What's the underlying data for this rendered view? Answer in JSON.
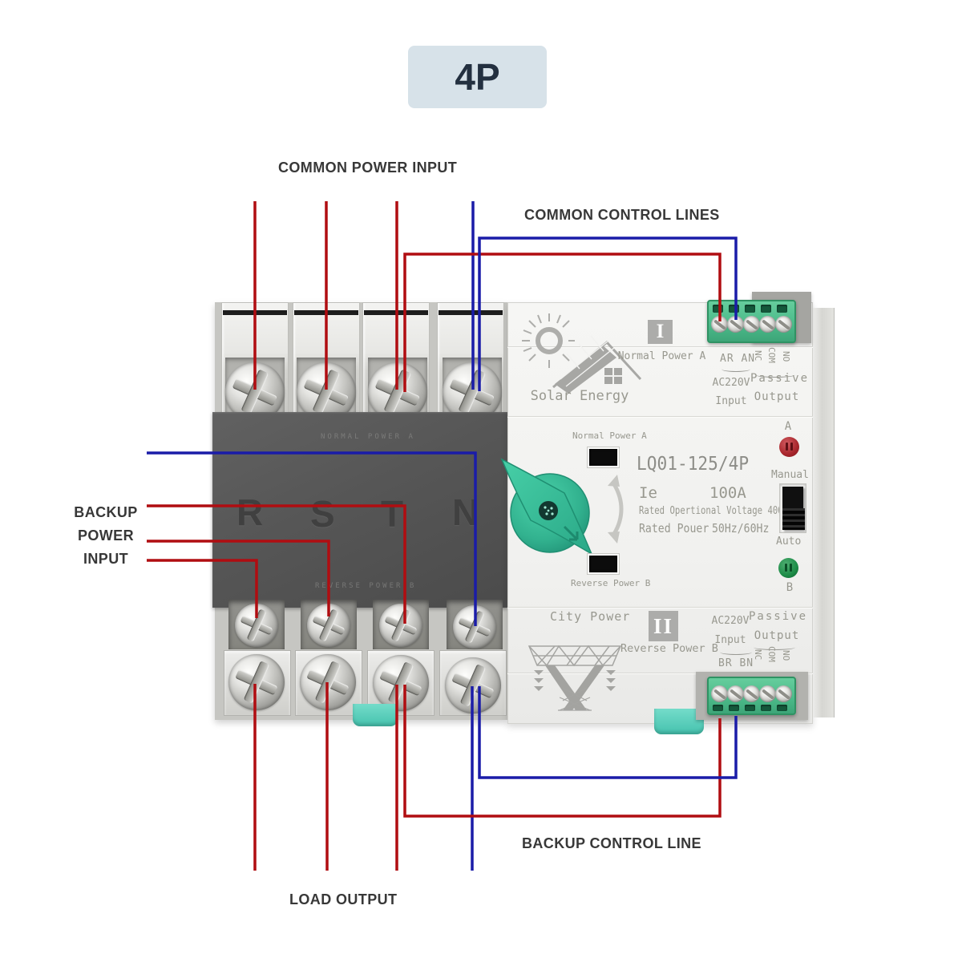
{
  "badge": {
    "label": "4P"
  },
  "annotations": {
    "common_power_input": "COMMON POWER INPUT",
    "common_control_lines": "COMMON CONTROL LINES",
    "backup_line1": "BACKUP",
    "backup_line2": "POWER",
    "backup_line3": "INPUT",
    "backup_control_line": "BACKUP CONTROL LINE",
    "load_output": "LOAD OUTPUT"
  },
  "device": {
    "phase_labels": [
      "R",
      "S",
      "T",
      "N"
    ],
    "dark_block": {
      "top_text": "NORMAL POWER A",
      "bottom_text": "REVERSE POWER B"
    },
    "top_panel": {
      "marker": "I",
      "brand_text": "Solar Energy",
      "power_label": "Normal Power A",
      "terminals_input": "AR AN",
      "t_nc": "NC",
      "t_com": "COM",
      "t_no": "NO",
      "voltage": "AC220V",
      "input_label": "Input",
      "passive_label": "Passive",
      "output_label": "Output"
    },
    "center_panel": {
      "indicator_a": "Normal Power A",
      "model": "LQ01-125/4P",
      "ie_label": "Ie",
      "current": "100A",
      "voltage_line": "Rated Opertional Voltage 400V",
      "freq_label": "Rated Pouer",
      "freq_value": "50Hz/60Hz",
      "indicator_b": "Reverse Power B",
      "led_a": "A",
      "manual_label": "Manual",
      "auto_label": "Auto",
      "led_b": "B"
    },
    "bottom_panel": {
      "marker": "II",
      "brand_text": "City Power",
      "power_label": "Reverse Power B",
      "voltage": "AC220V",
      "input_label": "Input",
      "terminals_input": "BR BN",
      "passive_label": "Passive",
      "output_label": "Output",
      "t_nc": "NC",
      "t_com": "COM",
      "t_no": "NO"
    }
  },
  "colors": {
    "wire_red": "#b00d11",
    "wire_blue": "#1a1ca8",
    "knob_green": "#3cc79f",
    "terminal_green": "#4cbb8a",
    "led_red": "#a8262c",
    "led_green": "#1d8c47",
    "badge_bg": "#d7e2e9"
  }
}
